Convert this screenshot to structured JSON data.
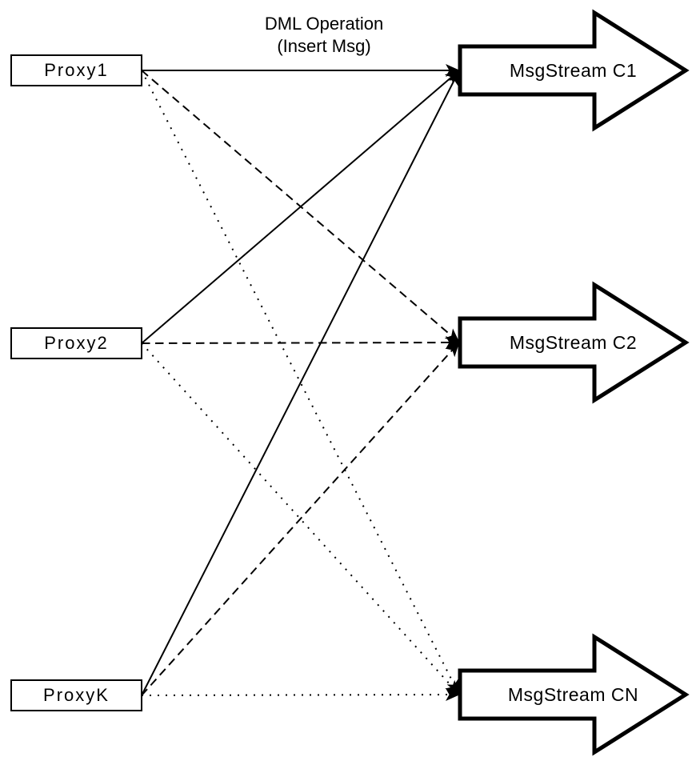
{
  "diagram": {
    "title": {
      "line1": "DML Operation",
      "line2": "(Insert Msg)"
    },
    "proxies": [
      {
        "id": "proxy1",
        "label": "Proxy1"
      },
      {
        "id": "proxy2",
        "label": "Proxy2"
      },
      {
        "id": "proxyk",
        "label": "ProxyK"
      }
    ],
    "streams": [
      {
        "id": "c1",
        "label": "MsgStream C1"
      },
      {
        "id": "c2",
        "label": "MsgStream C2"
      },
      {
        "id": "cn",
        "label": "MsgStream CN"
      }
    ],
    "edges": [
      {
        "from": "Proxy1",
        "to": "MsgStream C1",
        "style": "solid"
      },
      {
        "from": "Proxy1",
        "to": "MsgStream C2",
        "style": "dashed"
      },
      {
        "from": "Proxy1",
        "to": "MsgStream CN",
        "style": "dotted"
      },
      {
        "from": "Proxy2",
        "to": "MsgStream C1",
        "style": "solid"
      },
      {
        "from": "Proxy2",
        "to": "MsgStream C2",
        "style": "dashed"
      },
      {
        "from": "Proxy2",
        "to": "MsgStream CN",
        "style": "dotted"
      },
      {
        "from": "ProxyK",
        "to": "MsgStream C1",
        "style": "solid"
      },
      {
        "from": "ProxyK",
        "to": "MsgStream C2",
        "style": "dashed"
      },
      {
        "from": "ProxyK",
        "to": "MsgStream CN",
        "style": "dotted"
      }
    ],
    "colors": {
      "ink": "#000000",
      "node_fill": "#ffffff",
      "background": "#ffffff"
    }
  }
}
